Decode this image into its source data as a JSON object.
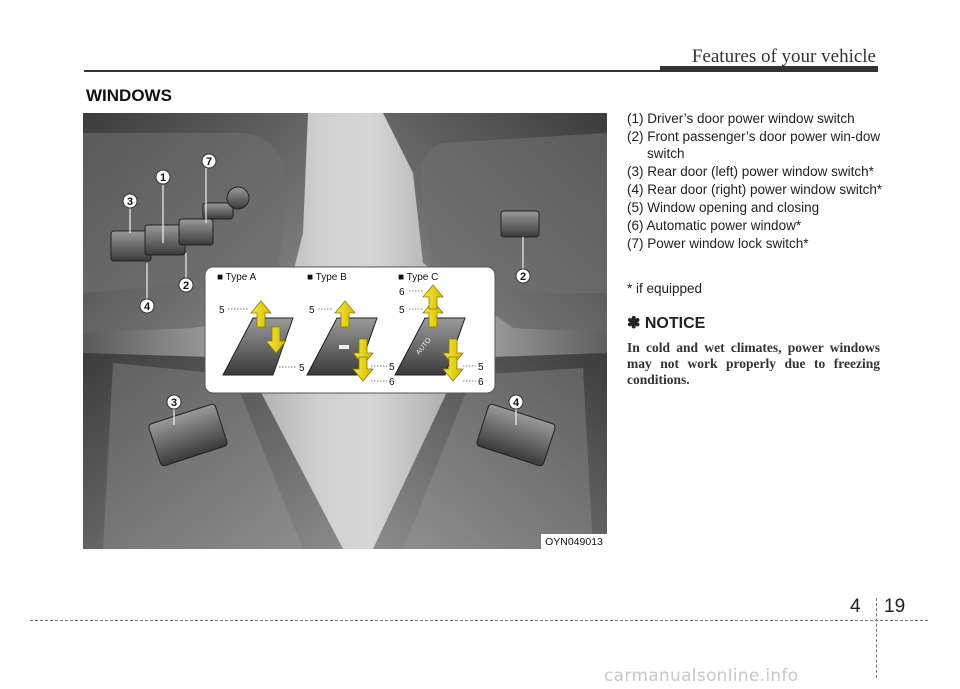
{
  "header": {
    "title": "Features of your vehicle"
  },
  "section": {
    "heading": "WINDOWS"
  },
  "figure": {
    "code": "OYN049013",
    "callouts": [
      "1",
      "2",
      "3",
      "4",
      "7",
      "2",
      "3",
      "4"
    ],
    "inset": {
      "type_a": "■ Type A",
      "type_b": "■ Type B",
      "type_c": "■ Type C",
      "nums": [
        "5",
        "5",
        "5",
        "5",
        "6",
        "6",
        "5",
        "5",
        "6"
      ],
      "auto_label": "AUTO"
    }
  },
  "legend": [
    "(1) Driver’s door power window switch",
    "(2) Front passenger’s door power win-dow switch",
    "(3) Rear door (left) power window switch*",
    "(4) Rear door (right) power window switch*",
    "(5) Window opening and closing",
    "(6) Automatic power window*",
    "(7) Power window lock switch*"
  ],
  "footnote": "* if equipped",
  "notice": {
    "heading": "✽ NOTICE",
    "text": "In cold and wet climates, power windows may not work properly due to freezing conditions."
  },
  "footer": {
    "chapter": "4",
    "page": "19"
  },
  "watermark": "carmanualsonline.info"
}
